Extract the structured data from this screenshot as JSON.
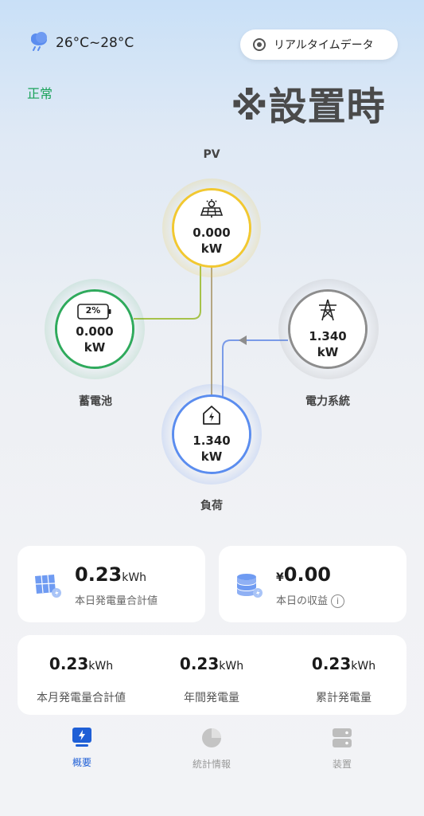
{
  "header": {
    "weather_icon": "cloud-rain-icon",
    "weather_text": "26°C~28°C",
    "realtime_label": "リアルタイムデータ",
    "status": "正常",
    "overlay_text": "※設置時"
  },
  "flow": {
    "pv": {
      "label": "PV",
      "value": "0.000",
      "unit": "kW",
      "icon": "solar-panel-icon"
    },
    "battery": {
      "label": "蓄電池",
      "value": "0.000",
      "unit": "kW",
      "percent": "2%",
      "icon": "battery-icon"
    },
    "grid": {
      "label": "電力系統",
      "value": "1.340",
      "unit": "kW",
      "icon": "power-tower-icon"
    },
    "load": {
      "label": "負荷",
      "value": "1.340",
      "unit": "kW",
      "icon": "home-icon"
    }
  },
  "cards": {
    "today_gen": {
      "value": "0.23",
      "unit": "kWh",
      "caption": "本日発電量合計値",
      "icon": "solar-panel-icon"
    },
    "today_income": {
      "currency": "¥",
      "value": "0.00",
      "caption": "本日の収益",
      "icon": "coin-stack-icon"
    }
  },
  "stats": [
    {
      "value": "0.23",
      "unit": "kWh",
      "caption": "本月発電量合計値"
    },
    {
      "value": "0.23",
      "unit": "kWh",
      "caption": "年間発電量"
    },
    {
      "value": "0.23",
      "unit": "kWh",
      "caption": "累計発電量"
    }
  ],
  "tabs": [
    {
      "label": "概要",
      "icon": "overview-icon",
      "active": true
    },
    {
      "label": "統計情報",
      "icon": "pie-chart-icon",
      "active": false
    },
    {
      "label": "装置",
      "icon": "device-icon",
      "active": false
    }
  ],
  "colors": {
    "pv": "#f2c830",
    "battery": "#2faa5c",
    "grid": "#8d8d8d",
    "load": "#5b8def",
    "active_tab": "#1f5fd6",
    "inactive_tab": "#999999",
    "status": "#1aa25a"
  }
}
